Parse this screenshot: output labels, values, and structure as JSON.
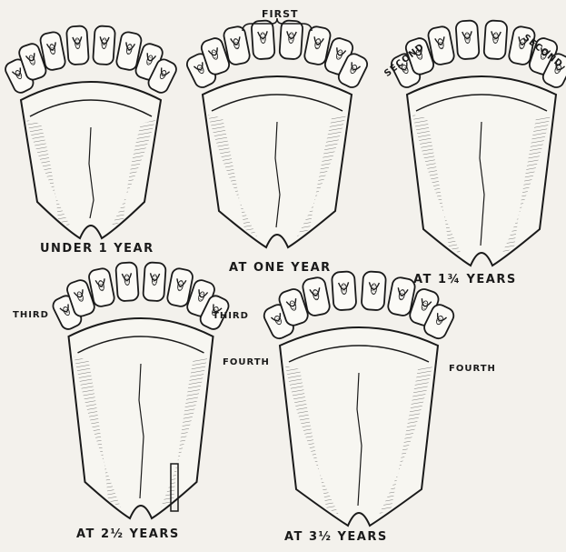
{
  "figures": [
    {
      "id": "under-1-year",
      "caption": "UNDER 1 YEAR",
      "tooth_labels": []
    },
    {
      "id": "at-one-year",
      "caption": "AT ONE YEAR",
      "tooth_labels": [
        "FIRST"
      ]
    },
    {
      "id": "at-1-3-4-years",
      "caption": "AT 1¾ YEARS",
      "tooth_labels": [
        "SECOND",
        "SECOND"
      ]
    },
    {
      "id": "at-2-half-years",
      "caption": "AT 2½ YEARS",
      "tooth_labels": [
        "THIRD",
        "THIRD"
      ]
    },
    {
      "id": "at-3-half-years",
      "caption": "AT 3½ YEARS",
      "tooth_labels": [
        "FOURTH",
        "FOURTH"
      ]
    }
  ],
  "colors": {
    "ink": "#1a1a1a",
    "paper": "#f3f1ec",
    "tooth": "#fbfaf6"
  }
}
